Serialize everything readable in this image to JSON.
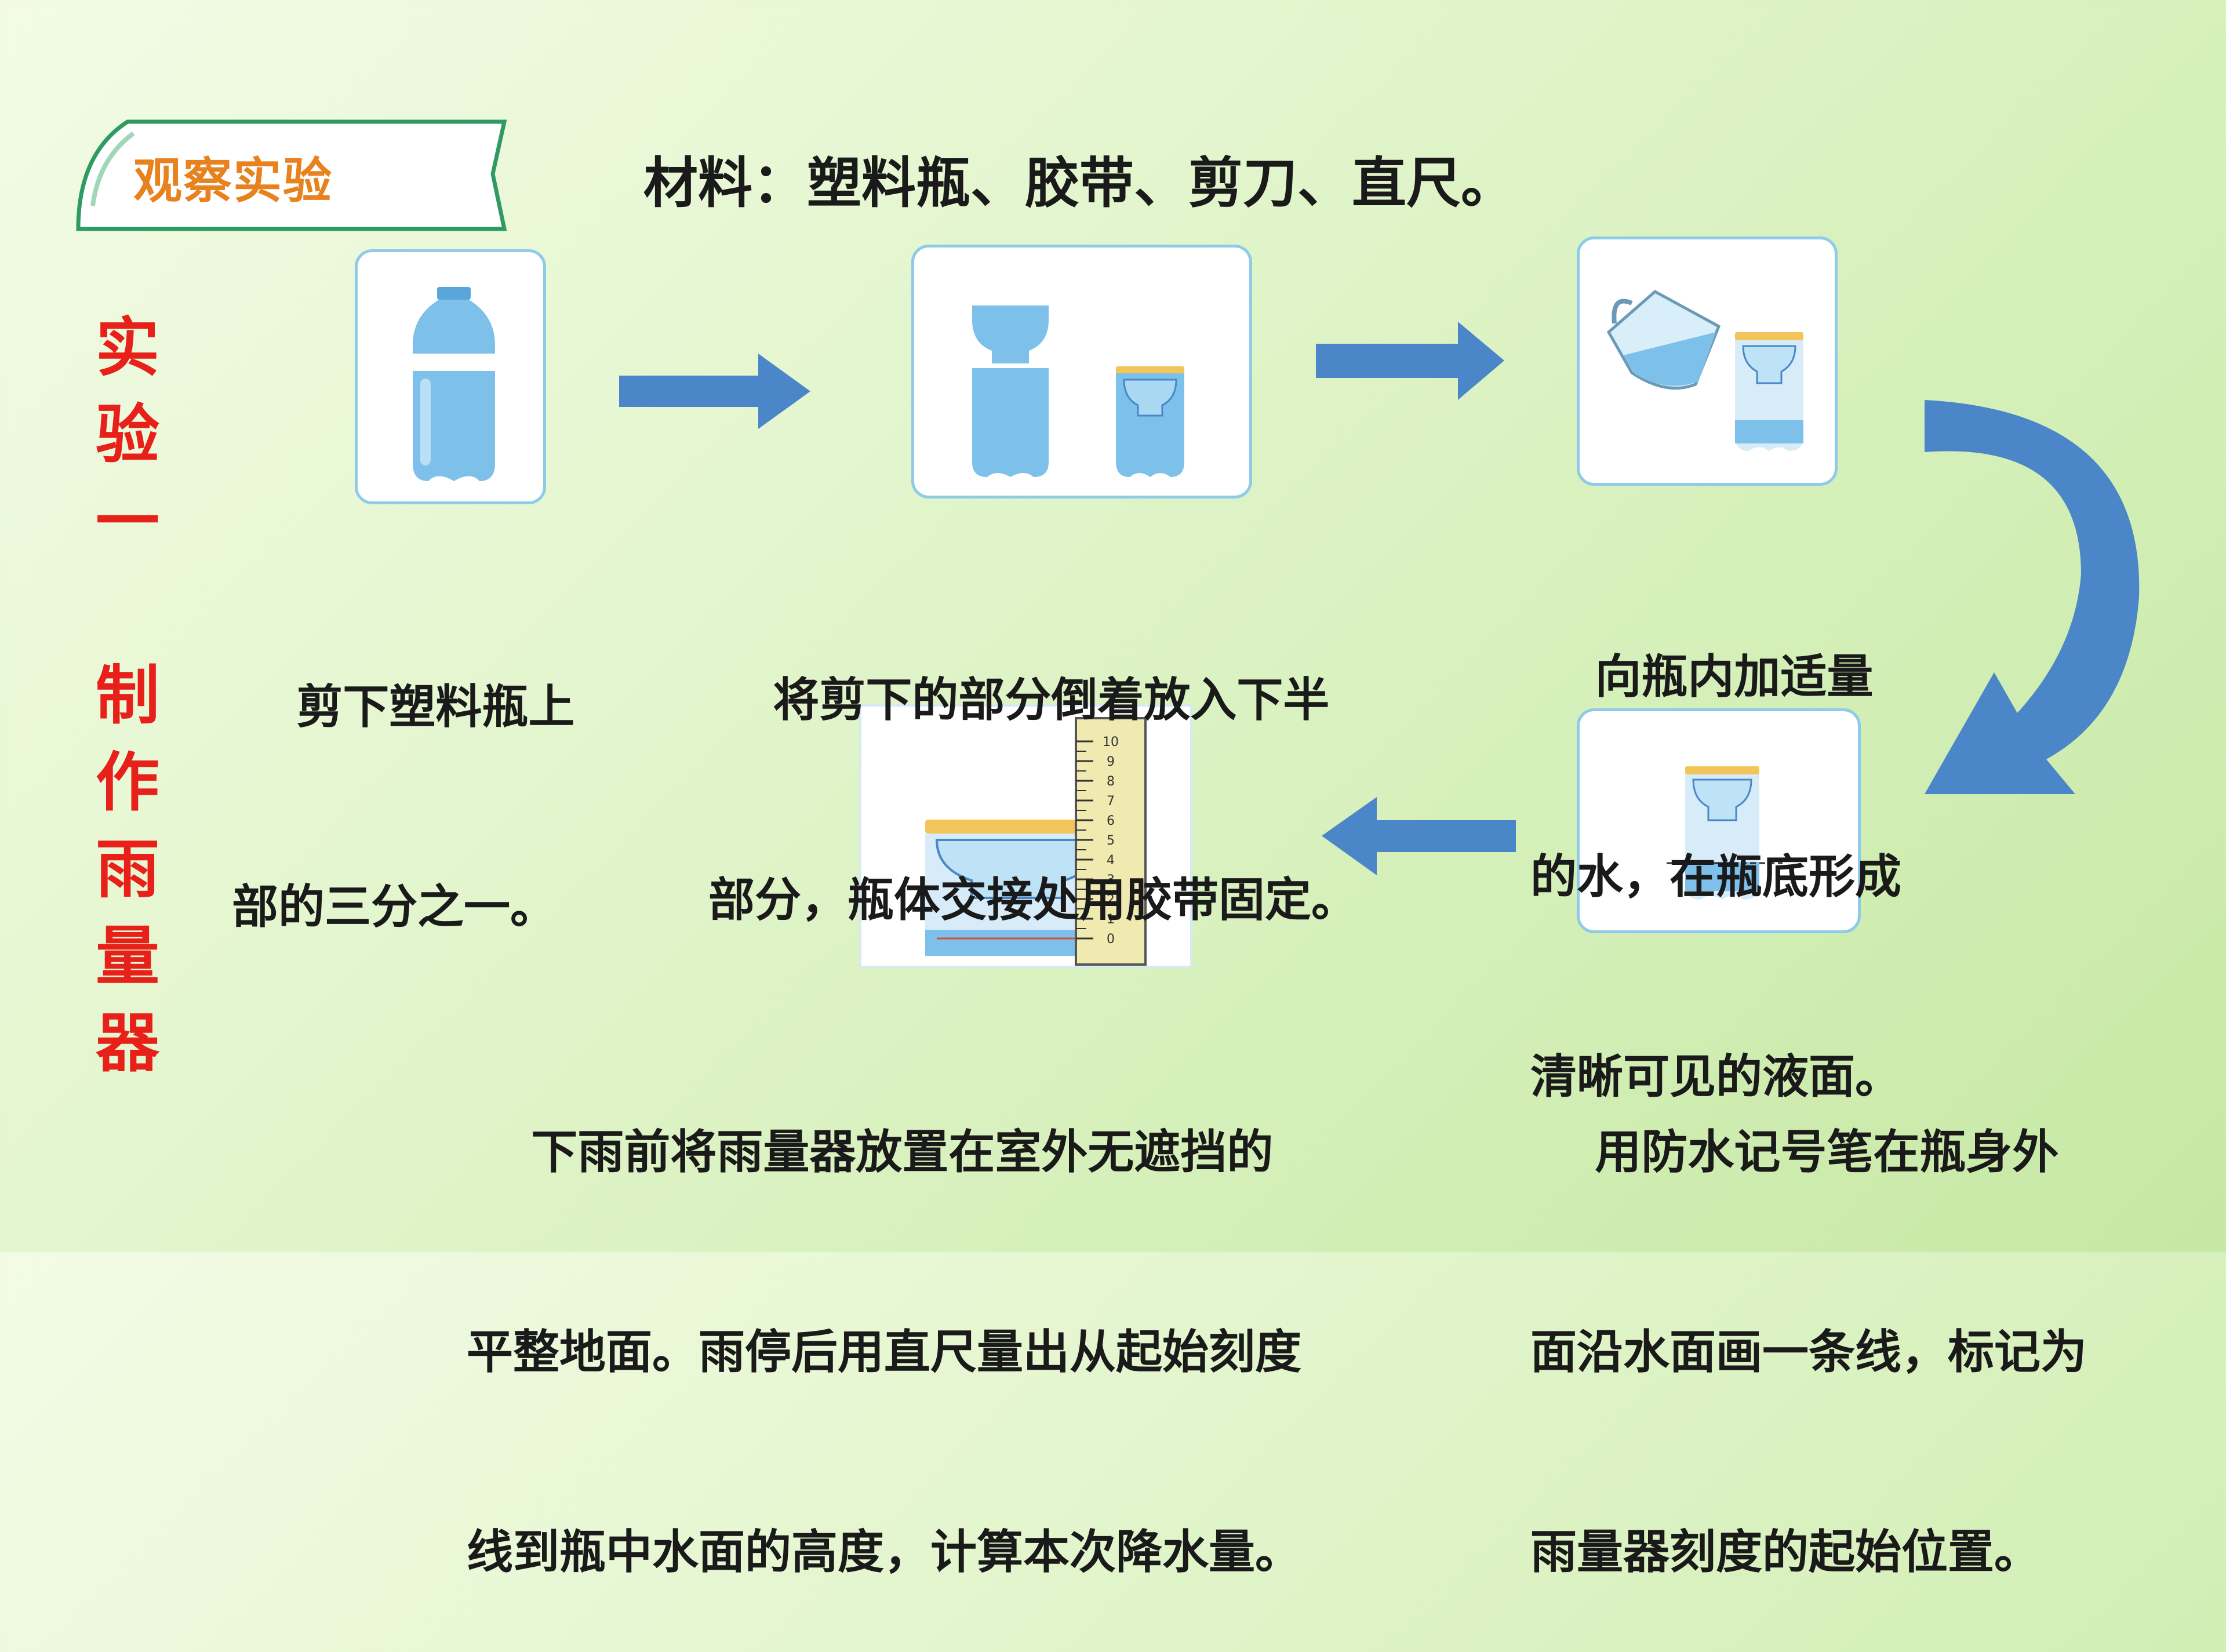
{
  "header": {
    "tag_label": "观察实验",
    "materials": "材料：塑料瓶、胶带、剪刀、直尺。"
  },
  "title": {
    "chars": [
      "实",
      "验",
      "一",
      "",
      "制",
      "作",
      "雨",
      "量",
      "器"
    ]
  },
  "steps": [
    {
      "lines": [
        "    剪下塑料瓶上",
        "部的三分之一。"
      ]
    },
    {
      "lines": [
        "    将剪下的部分倒着放入下半",
        "部分，瓶体交接处用胶带固定。"
      ]
    },
    {
      "lines": [
        "    向瓶内加适量",
        "的水，在瓶底形成",
        "清晰可见的液面。"
      ]
    },
    {
      "lines": [
        "    用防水记号笔在瓶身外",
        "面沿水面画一条线，标记为",
        "雨量器刻度的起始位置。"
      ]
    },
    {
      "lines": [
        "    下雨前将雨量器放置在室外无遮挡的",
        "平整地面。雨停后用直尺量出从起始刻度",
        "线到瓶中水面的高度，计算本次降水量。"
      ]
    }
  ],
  "ruler": {
    "ticks": [
      "10",
      "9",
      "8",
      "7",
      "6",
      "5",
      "4",
      "3",
      "2",
      "1",
      "0"
    ]
  },
  "colors": {
    "arrow": "#4a86c8",
    "bottle": "#7dc0ea",
    "cap": "#f2c55a",
    "title": "#e8201a",
    "tag": "#e8821e"
  }
}
